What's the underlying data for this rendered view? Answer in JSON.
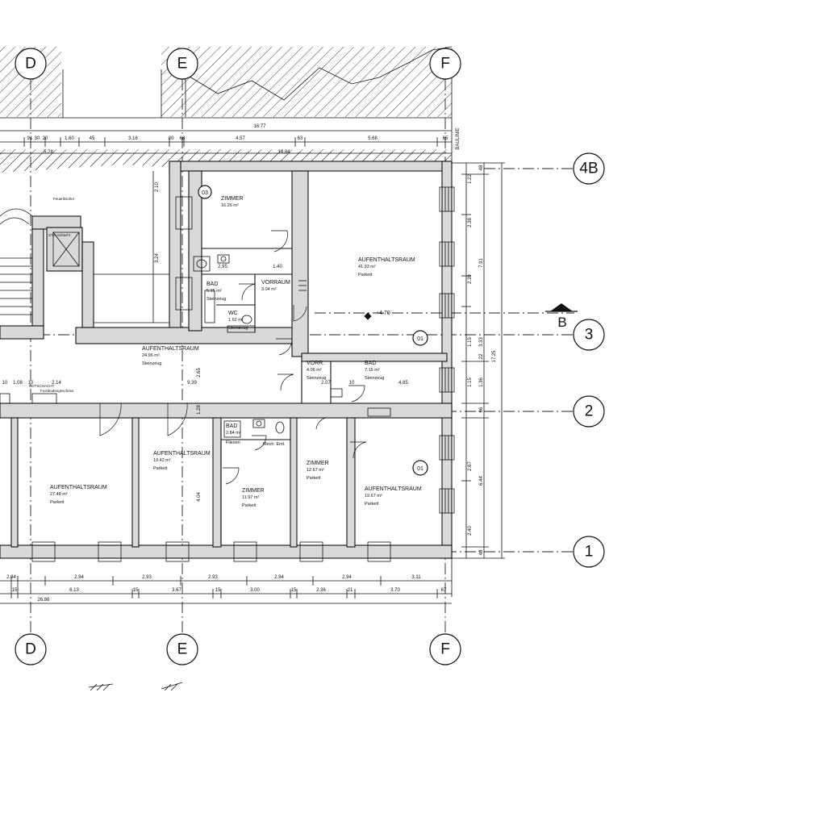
{
  "grid_labels": {
    "columns": [
      "D",
      "E",
      "F"
    ],
    "axes": [
      "4B",
      "3",
      "2",
      "1"
    ]
  },
  "section_marker": "B",
  "level_mark": "+4.70",
  "baulinie": "BAULINIE",
  "door_tags": [
    "01",
    "03",
    "01"
  ],
  "rooms": [
    {
      "name": "ZIMMER",
      "area": "16.26 m²",
      "floor": ""
    },
    {
      "name": "AUFENTHALTSRAUM",
      "area": "41.93 m²",
      "floor": "Parkett"
    },
    {
      "name": "BAD",
      "area": "5.15 m²",
      "floor": "Steinzeug"
    },
    {
      "name": "VORRAUM",
      "area": "3.04 m²",
      "floor": ""
    },
    {
      "name": "WC",
      "area": "1.62 m²",
      "floor": "Steinzeug"
    },
    {
      "name": "AUFENTHALTSRAUM",
      "area": "24.96 m²",
      "floor": "Steinzeug"
    },
    {
      "name": "VORR.",
      "area": "4.06 m²",
      "floor": "Steinzeug"
    },
    {
      "name": "BAD",
      "area": "7.15 m²",
      "floor": "Steinzeug"
    },
    {
      "name": "AUFENTHALTSRAUM",
      "area": "27.48 m²",
      "floor": "Parkett"
    },
    {
      "name": "AUFENTHALTSRAUM",
      "area": "19.42 m²",
      "floor": "Parkett"
    },
    {
      "name": "BAD",
      "area": "2.84 m²",
      "floor": "Fliesen"
    },
    {
      "name": "ZIMMER",
      "area": "11.97 m²",
      "floor": "Parkett"
    },
    {
      "name": "ZIMMER",
      "area": "12.67 m²",
      "floor": "Parkett"
    },
    {
      "name": "AUFENTHALTSRAUM",
      "area": "19.67 m²",
      "floor": "Parkett"
    }
  ],
  "misc_labels": {
    "mech": "Mech. Entl.",
    "stg": "STG-Schacht",
    "feuerloescher": "Feuerlöscher",
    "notschacht": "NOTSCHACHT",
    "fbg": "Fussbodengeschoss"
  },
  "dims_top": {
    "overall": "16.77",
    "second": "14.84",
    "row": [
      "91",
      "30",
      "20",
      "1.60",
      "45",
      "3.16",
      "20",
      "68",
      "4.57",
      "63",
      "5.68",
      "65"
    ],
    "left": "5.28"
  },
  "dims_bottom": {
    "row1": [
      "2.94",
      "2.94",
      "2.93",
      "2.93",
      "2.94",
      "2.94",
      "3.11"
    ],
    "row2": [
      "15",
      "6.13",
      "15",
      "3.67",
      "15",
      "3.00",
      "15",
      "2.36",
      "21",
      "3.70",
      "67"
    ],
    "total": "26.86"
  },
  "dims_right": {
    "col1": [
      "1.22",
      "2.38",
      "2.39",
      "1.15",
      "1.15",
      "2.67",
      "2.40"
    ],
    "col2": [
      "48",
      "7.91",
      "3.33",
      "1.36",
      "66",
      "6.44",
      "48"
    ],
    "total": "17.25",
    "mid": "22"
  },
  "dims_interior": [
    "9.39",
    "2.14",
    "1.08",
    "10",
    "10",
    "10",
    "2.10",
    "3.24",
    "2.65",
    "1.28",
    "4.04",
    "2.07",
    "4.85",
    "1.40",
    "2.95"
  ]
}
